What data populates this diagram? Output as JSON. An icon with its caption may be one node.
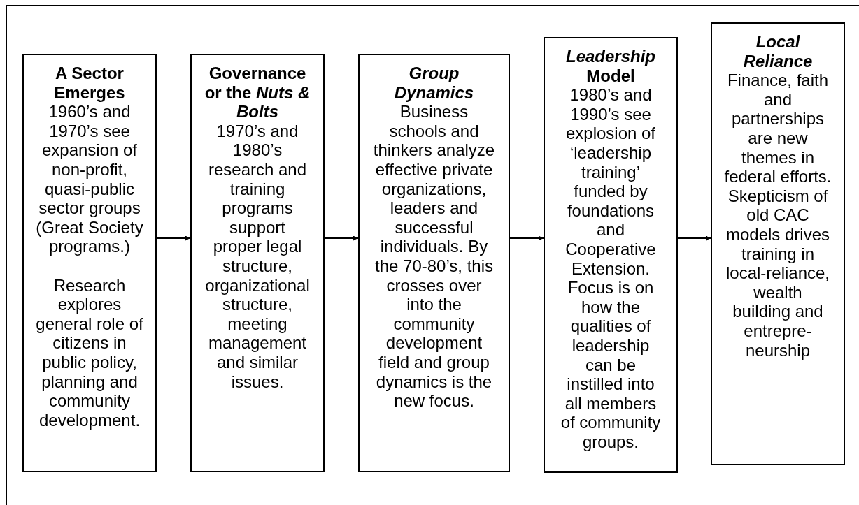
{
  "diagram": {
    "nodes": [
      {
        "text": [
          "A Sector Emerges",
          "1960’s and 1970’s see expansion of non-profit, quasi-public sector groups (Great Society programs.)",
          "Research explores general role of citizens in public policy, planning and community development."
        ]
      },
      {
        "text": [
          "Governance or the *Nuts & Bolts*",
          "1970’s and 1980’s research and training programs support proper legal structure, organizational structure, meeting management and similar issues."
        ]
      },
      {
        "text": [
          "*Group Dynamics*",
          "Business schools and thinkers analyze effective private organizations, leaders and successful individuals.  By the 70-80’s, this crosses over into the community development field and group dynamics is the new focus."
        ]
      },
      {
        "text": [
          "*Leadership* Model",
          "1980’s and 1990’s see explosion of ‘leadership training’ funded by foundations and Cooperative Extension. Focus is on how the qualities of leadership can be instilled into all members of community groups."
        ]
      },
      {
        "text": [
          "*Local Reliance*",
          "Finance, faith and partnerships are new themes in federal efforts. Skepticism of old CAC models drives training in local-reliance, wealth building and entrepre- neurship"
        ]
      }
    ],
    "edges": [
      {
        "from": 0,
        "to": 1,
        "arrow": "to"
      },
      {
        "from": 1,
        "to": 2,
        "arrow": "to"
      },
      {
        "from": 2,
        "to": 3,
        "arrow": "to"
      },
      {
        "from": 3,
        "to": 4,
        "arrow": "to"
      }
    ]
  }
}
